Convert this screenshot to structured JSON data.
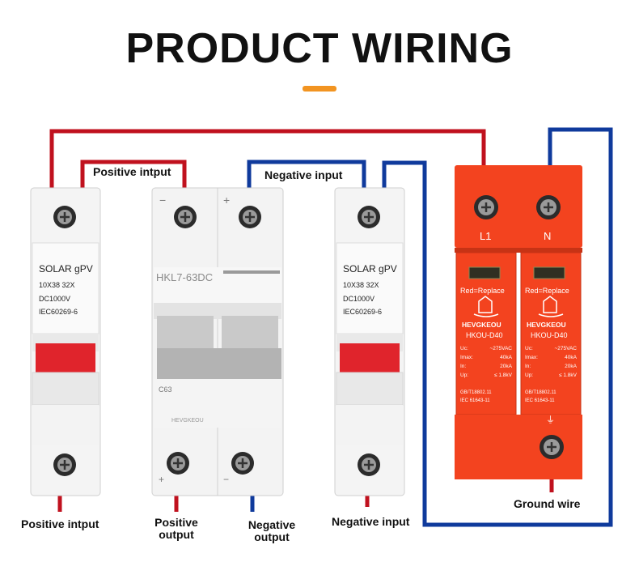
{
  "title": "PRODUCT WIRING",
  "colors": {
    "accent": "#f29421",
    "positive_wire": "#c0111e",
    "negative_wire": "#0f3a9c",
    "spd_body": "#f3431f",
    "device_white": "#f2f2f2",
    "breaker_gray": "#bfbfbf",
    "fuse_window": "#e0242c"
  },
  "wire_labels": {
    "top_positive": "Positive intput",
    "top_negative": "Negative input"
  },
  "fuse_left": {
    "line1": "SOLAR  gPV",
    "line2": "10X38  32X",
    "line3": "DC1000V",
    "line4": "IEC60269-6"
  },
  "fuse_right": {
    "line1": "SOLAR  gPV",
    "line2": "10X38  32X",
    "line3": "DC1000V",
    "line4": "IEC60269-6"
  },
  "breaker": {
    "model": "HKL7-63DC",
    "rating": "C63",
    "brand": "HEVGKEOU",
    "minus_sign": "−",
    "plus_sign": "+"
  },
  "spd": {
    "terminal_left": "L1",
    "terminal_right": "N",
    "replace_text": "Red=Replace",
    "brand": "HEVGKEOU",
    "model": "HKOU-D40",
    "spec_labels": [
      "Uc:",
      "Imax:",
      "In:",
      "Up:"
    ],
    "spec_values": [
      "~275VAC",
      "40kA",
      "20kA",
      "≤ 1.8kV"
    ],
    "std1": "GB/T18802.11",
    "std2": "IEC 61643-11",
    "ground_symbol": "⏚"
  },
  "bottom_labels": {
    "positive_intput": "Positive intput",
    "positive_output": "Positive\noutput",
    "negative_output": "Negative\noutput",
    "negative_input": "Negative input",
    "ground_wire": "Ground wire"
  }
}
